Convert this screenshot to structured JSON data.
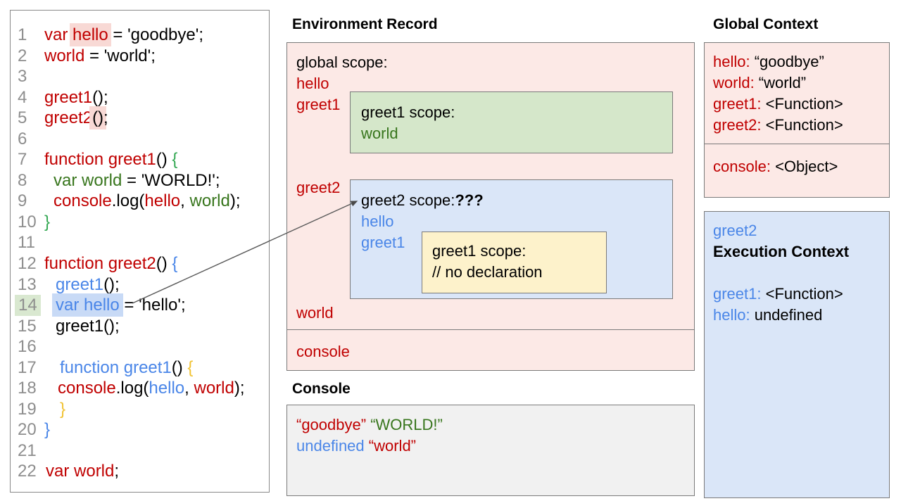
{
  "colors": {
    "code_red": "#c00000",
    "code_green": "#38761d",
    "brace_green": "#34a853",
    "code_blue": "#4a86e8",
    "brace_yellow": "#f1c232",
    "pink_fill": "#fce9e6",
    "green_fill": "#d5e7ca",
    "blue_fill": "#dae6f8",
    "yellow_fill": "#fdf2cb",
    "gray_fill": "#f1f1f1",
    "border_gray": "#7a7a7a",
    "highlight_pink": "#f8d9d5",
    "highlight_blue": "#c8daf6",
    "highlight_green": "#d9e8d0"
  },
  "code_panel": {
    "lines": [
      {
        "n": "1",
        "tokens": [
          {
            "t": "var ",
            "c": "red"
          },
          {
            "t": "hello",
            "c": "red",
            "h": "pink"
          },
          {
            "t": " = 'goodbye';",
            "c": "black"
          }
        ]
      },
      {
        "n": "2",
        "tokens": [
          {
            "t": "world",
            "c": "red"
          },
          {
            "t": " = 'world';",
            "c": "black"
          }
        ]
      },
      {
        "n": "3",
        "tokens": []
      },
      {
        "n": "4",
        "tokens": [
          {
            "t": "greet1",
            "c": "red"
          },
          {
            "t": "();",
            "c": "black"
          }
        ]
      },
      {
        "n": "5",
        "tokens": [
          {
            "t": "greet2",
            "c": "red"
          },
          {
            "t": "()",
            "c": "black",
            "h": "pink"
          },
          {
            "t": ";",
            "c": "black"
          }
        ]
      },
      {
        "n": "6",
        "tokens": []
      },
      {
        "n": "7",
        "tokens": [
          {
            "t": "function greet1",
            "c": "red"
          },
          {
            "t": "()",
            "c": "black"
          },
          {
            "t": " {",
            "c": "green2"
          }
        ]
      },
      {
        "n": "8",
        "ind": 13,
        "tokens": [
          {
            "t": "var world",
            "c": "green"
          },
          {
            "t": " = 'WORLD!';",
            "c": "black"
          }
        ]
      },
      {
        "n": "9",
        "ind": 13,
        "tokens": [
          {
            "t": "console",
            "c": "red"
          },
          {
            "t": ".log(",
            "c": "black"
          },
          {
            "t": "hello",
            "c": "red"
          },
          {
            "t": ", ",
            "c": "black"
          },
          {
            "t": "world",
            "c": "green"
          },
          {
            "t": ");",
            "c": "black"
          }
        ]
      },
      {
        "n": "10",
        "tokens": [
          {
            "t": "}",
            "c": "green2"
          }
        ]
      },
      {
        "n": "11",
        "tokens": []
      },
      {
        "n": "12",
        "tokens": [
          {
            "t": "function greet2",
            "c": "red"
          },
          {
            "t": "()",
            "c": "black"
          },
          {
            "t": " {",
            "c": "blue"
          }
        ]
      },
      {
        "n": "13",
        "ind": 16,
        "tokens": [
          {
            "t": "greet1",
            "c": "blue"
          },
          {
            "t": "();",
            "c": "black"
          }
        ]
      },
      {
        "n": "14",
        "nh": true,
        "ind": 16,
        "tokens": [
          {
            "t": "var hello",
            "c": "blue",
            "h": "blue"
          },
          {
            "t": " = 'hello';",
            "c": "black"
          }
        ]
      },
      {
        "n": "15",
        "ind": 16,
        "tokens": [
          {
            "t": "greet1();",
            "c": "black"
          }
        ]
      },
      {
        "n": "16",
        "tokens": []
      },
      {
        "n": "17",
        "ind": 22,
        "tokens": [
          {
            "t": "function greet1",
            "c": "blue"
          },
          {
            "t": "()",
            "c": "black"
          },
          {
            "t": " {",
            "c": "yellow"
          }
        ]
      },
      {
        "n": "18",
        "ind": 19,
        "tokens": [
          {
            "t": "console",
            "c": "red"
          },
          {
            "t": ".log(",
            "c": "black"
          },
          {
            "t": "hello",
            "c": "blue"
          },
          {
            "t": ", ",
            "c": "black"
          },
          {
            "t": "world",
            "c": "red"
          },
          {
            "t": ");",
            "c": "black"
          }
        ]
      },
      {
        "n": "19",
        "ind": 22,
        "tokens": [
          {
            "t": "}",
            "c": "yellow"
          }
        ]
      },
      {
        "n": "20",
        "tokens": [
          {
            "t": "}",
            "c": "blue"
          }
        ]
      },
      {
        "n": "21",
        "tokens": []
      },
      {
        "n": "22",
        "ind": 2,
        "tokens": [
          {
            "t": "var world",
            "c": "red"
          },
          {
            "t": ";",
            "c": "black"
          }
        ]
      }
    ]
  },
  "env_record": {
    "heading": "Environment Record",
    "global_scope_label": "global scope:",
    "var_hello": "hello",
    "var_greet1": "greet1",
    "var_greet2": "greet2",
    "var_world": "world",
    "console_label": "console",
    "greet1_scope": {
      "title": "greet1 scope:",
      "var_world": "world"
    },
    "greet2_scope": {
      "title_tokens": [
        {
          "t": "greet2 scope:",
          "c": "black"
        },
        {
          "t": "???",
          "c": "black",
          "b": true
        }
      ],
      "var_hello": "hello",
      "var_greet1": "greet1",
      "inner": {
        "title": "greet1 scope:",
        "comment": "// no declaration"
      }
    }
  },
  "console_section": {
    "heading": "Console",
    "line1": [
      {
        "t": "“goodbye”",
        "c": "red"
      },
      {
        "t": " ",
        "c": "black"
      },
      {
        "t": "“WORLD!”",
        "c": "green"
      }
    ],
    "line2": [
      {
        "t": "undefined",
        "c": "blue"
      },
      {
        "t": " ",
        "c": "black"
      },
      {
        "t": "“world”",
        "c": "red"
      }
    ]
  },
  "global_context": {
    "heading": "Global Context",
    "rows": [
      [
        {
          "t": "hello:",
          "c": "red"
        },
        {
          "t": " “goodbye”",
          "c": "black"
        }
      ],
      [
        {
          "t": "world:",
          "c": "red"
        },
        {
          "t": " “world”",
          "c": "black"
        }
      ],
      [
        {
          "t": "greet1:",
          "c": "red"
        },
        {
          "t": " <Function>",
          "c": "black"
        }
      ],
      [
        {
          "t": "greet2:",
          "c": "red"
        },
        {
          "t": " <Function>",
          "c": "black"
        }
      ]
    ],
    "console_row": [
      {
        "t": "console:",
        "c": "red"
      },
      {
        "t": " <Object>",
        "c": "black"
      }
    ]
  },
  "execution_context": {
    "fn_name": "greet2",
    "title": "Execution Context",
    "rows": [
      [
        {
          "t": "greet1:",
          "c": "blue"
        },
        {
          "t": " <Function>",
          "c": "black"
        }
      ],
      [
        {
          "t": "hello:",
          "c": "blue"
        },
        {
          "t": " undefined",
          "c": "black"
        }
      ]
    ]
  }
}
